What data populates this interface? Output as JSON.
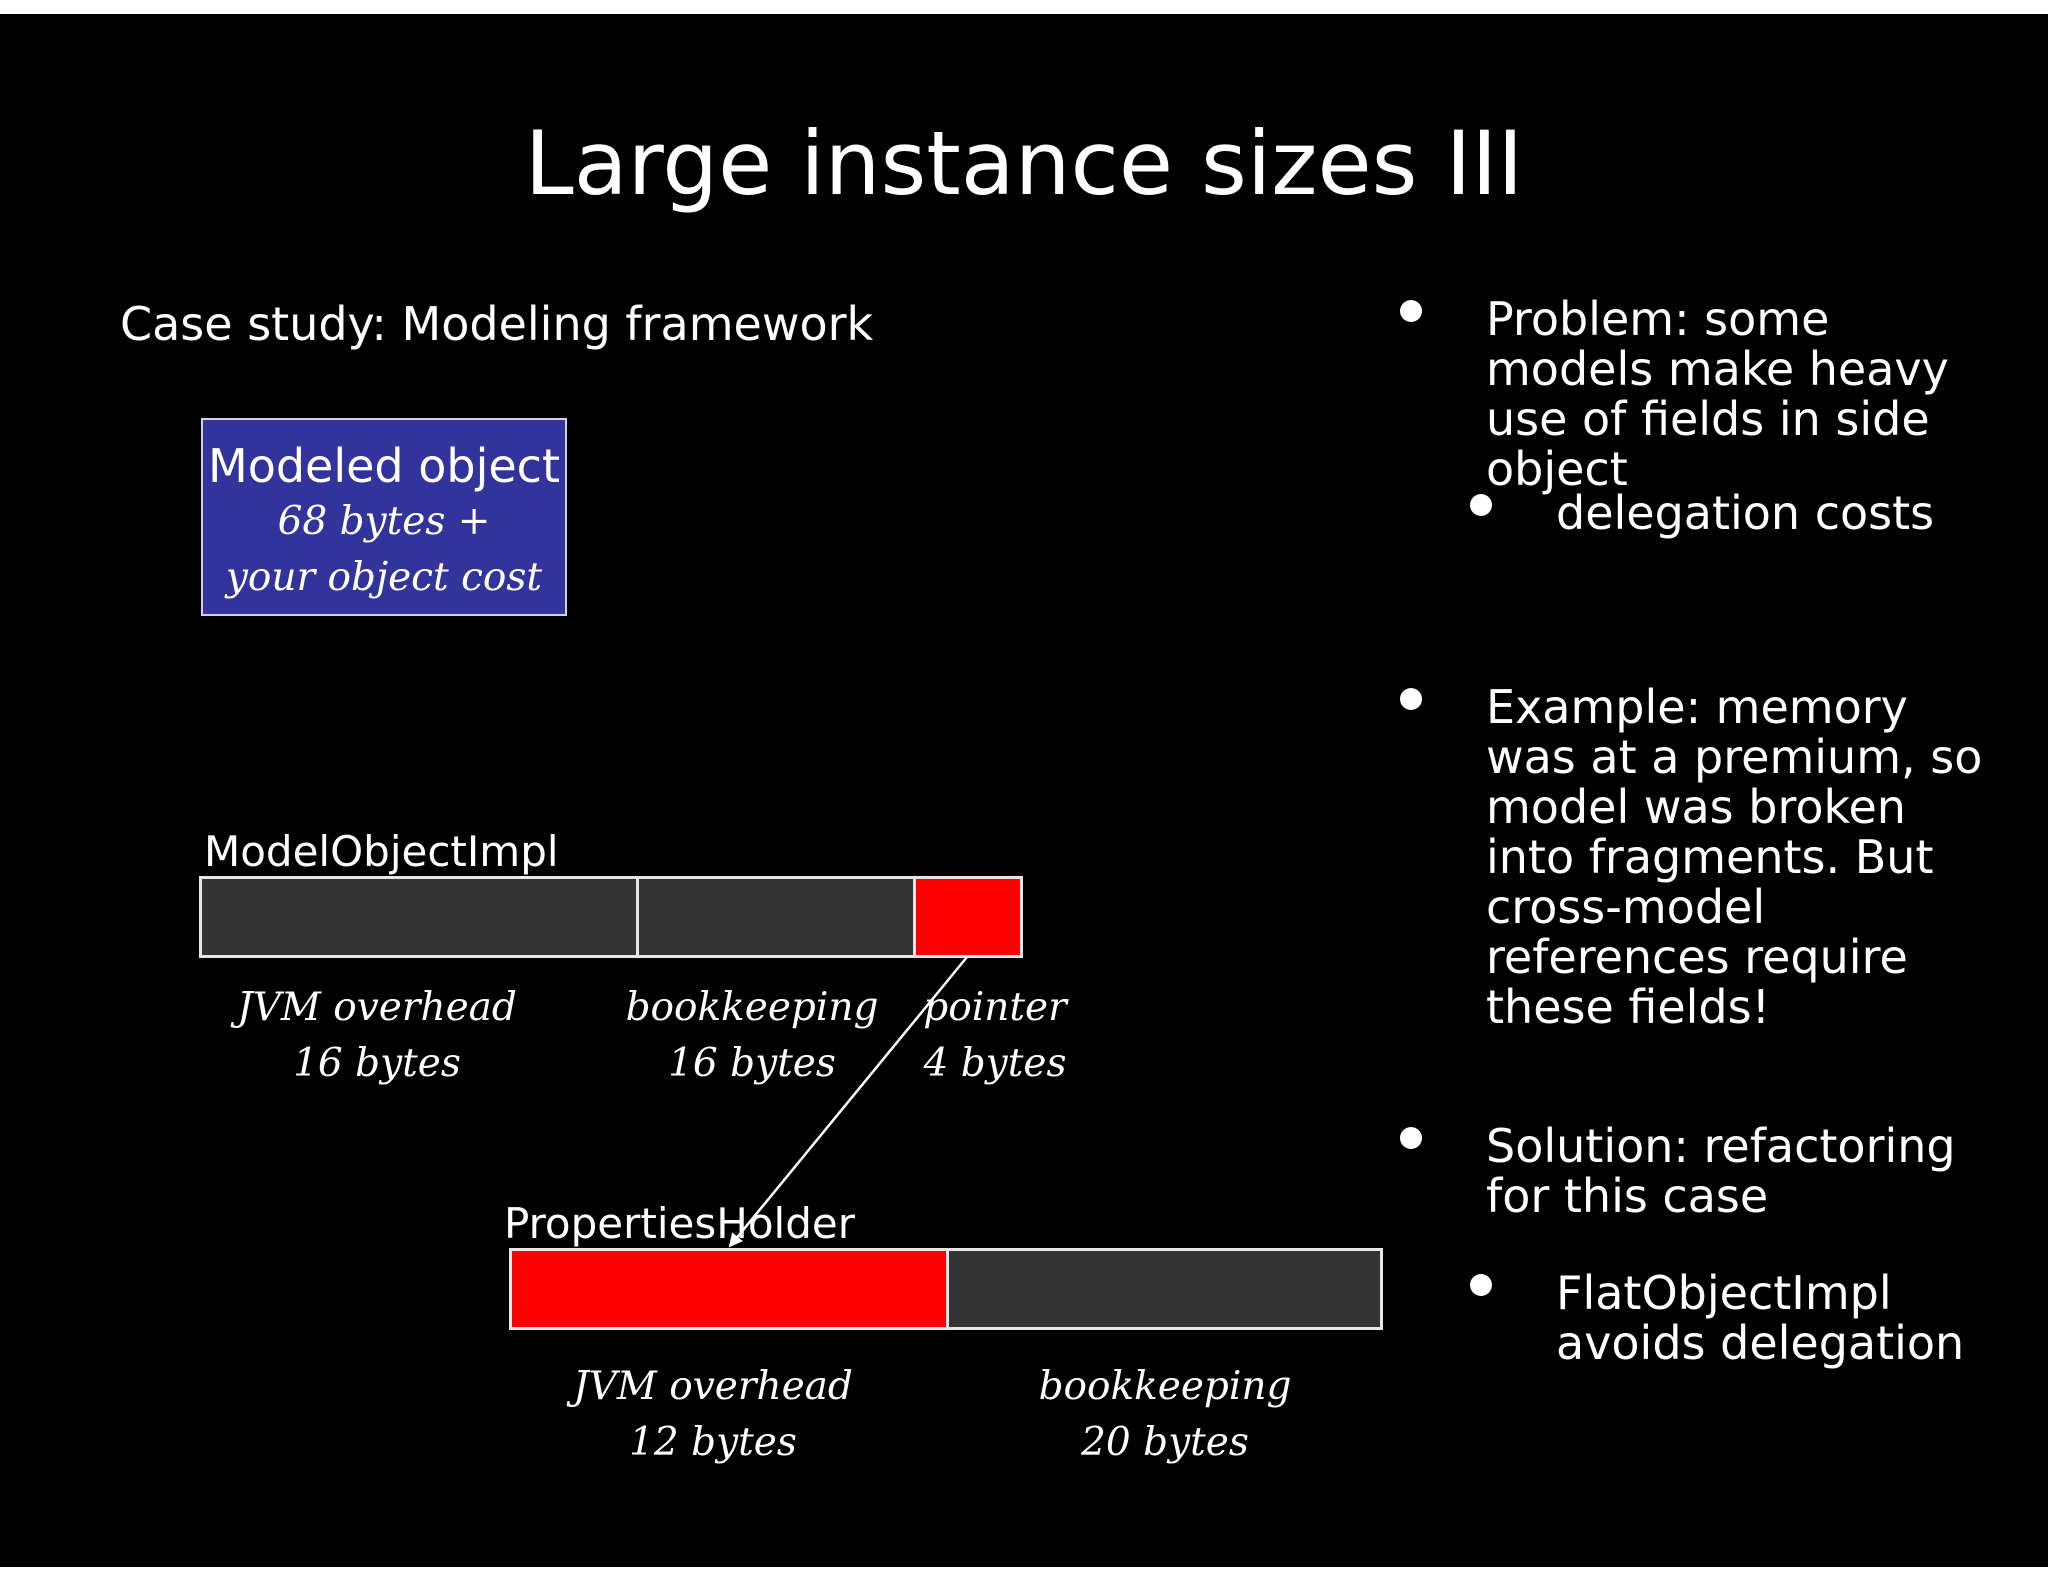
{
  "slide": {
    "title": "Large instance sizes III",
    "subtitle": "Case study: Modeling framework",
    "colors": {
      "background": "#000000",
      "box_fill": "#33339c",
      "segment_gray": "#353435",
      "segment_red": "#ff0000",
      "text": "#ffffff"
    }
  },
  "model_box": {
    "title": "Modeled object",
    "line1": "68 bytes +",
    "line2": "your object cost"
  },
  "model_object_impl": {
    "name": "ModelObjectImpl",
    "segments": [
      {
        "label": "JVM overhead",
        "size": "16 bytes",
        "bytes": 16,
        "color": "#353435"
      },
      {
        "label": "bookkeeping",
        "size": "16 bytes",
        "bytes": 16,
        "color": "#353435"
      },
      {
        "label": "pointer",
        "size": "4 bytes",
        "bytes": 4,
        "color": "#ff0000"
      }
    ]
  },
  "properties_holder": {
    "name": "PropertiesHolder",
    "segments": [
      {
        "label": "JVM overhead",
        "size": "12 bytes",
        "bytes": 12,
        "color": "#ff0000"
      },
      {
        "label": "bookkeeping",
        "size": "20 bytes",
        "bytes": 20,
        "color": "#353435"
      }
    ]
  },
  "bullets": [
    {
      "level": 1,
      "text": "Problem: some models make heavy use of fields in side object"
    },
    {
      "level": 2,
      "text": "delegation costs"
    },
    {
      "level": 1,
      "text": "Example: memory was at a premium, so model was broken into fragments.  But cross-model references require these fields!"
    },
    {
      "level": 1,
      "text": "Solution: refactoring for this case"
    },
    {
      "level": 2,
      "text": "FlatObjectImpl avoids delegation"
    }
  ]
}
